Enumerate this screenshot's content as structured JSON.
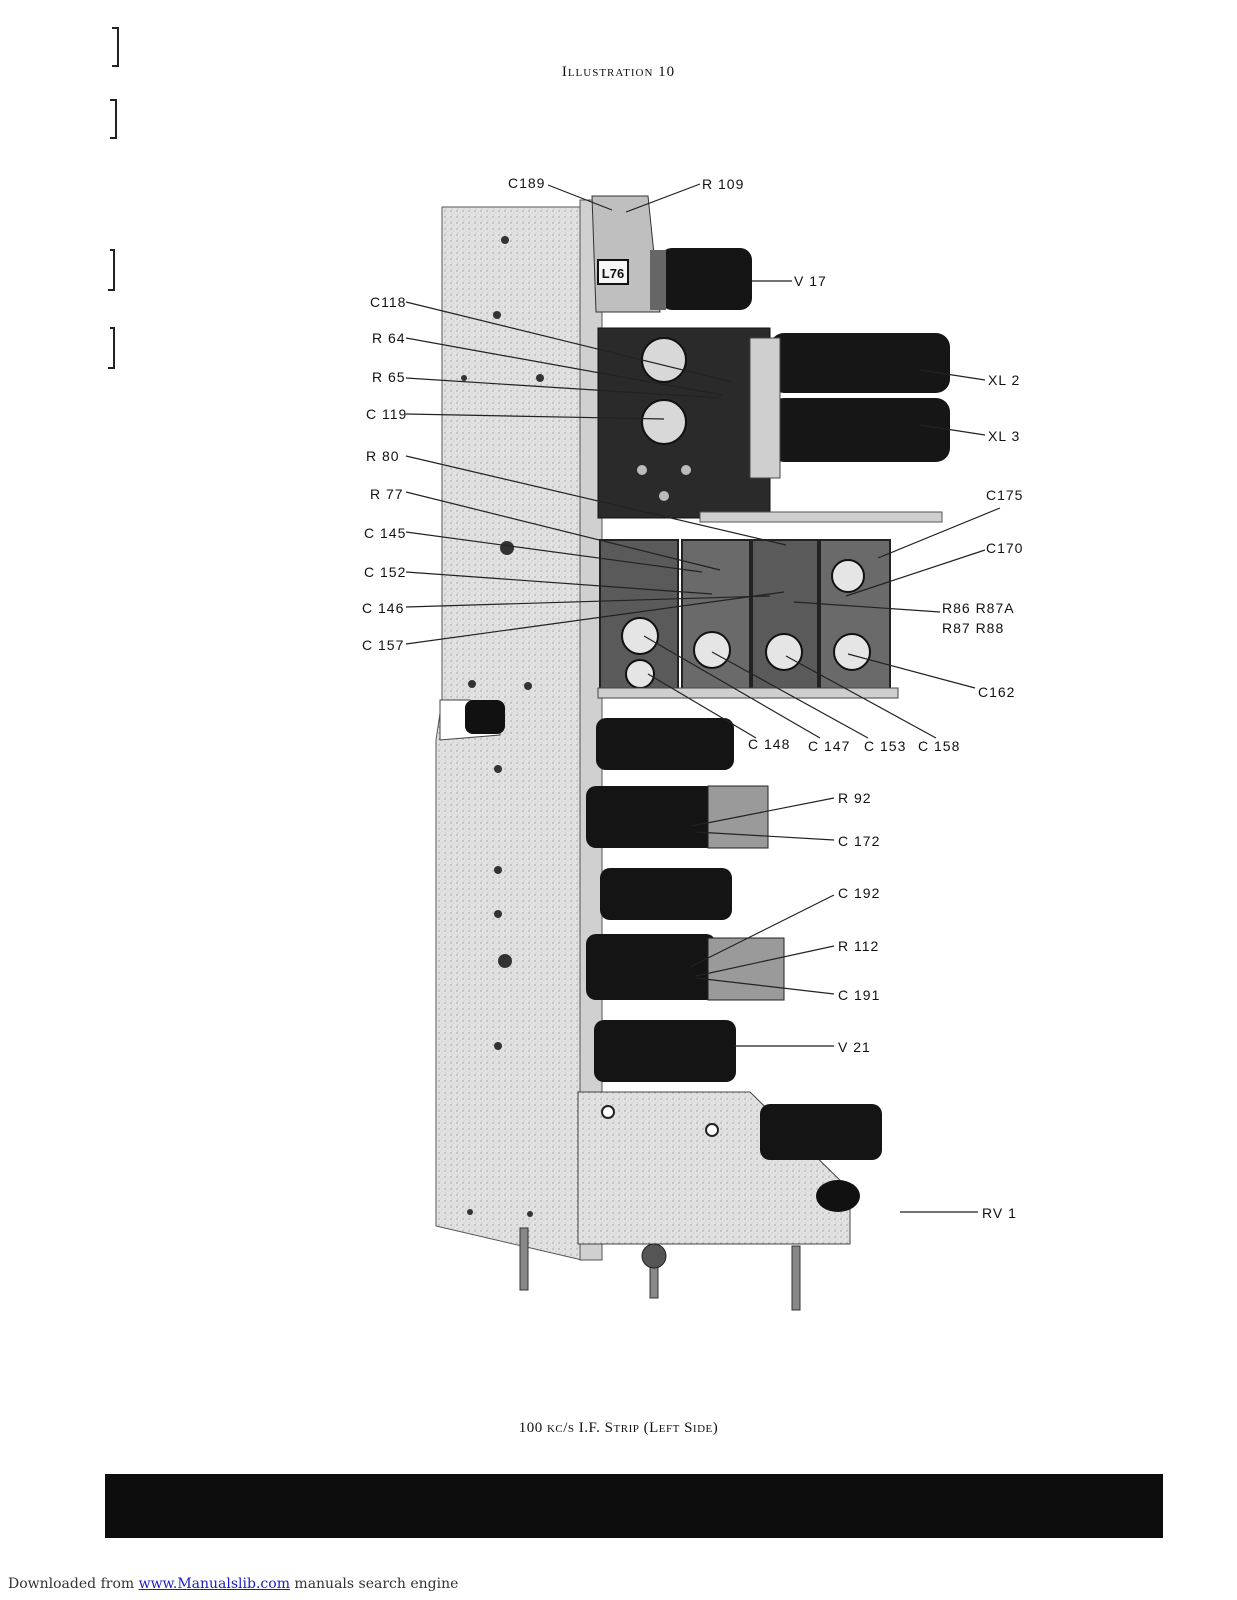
{
  "header": {
    "title": "Illustration 10"
  },
  "caption": "100 kc/s I.F. Strip (Left Side)",
  "labels": {
    "c189": "C189",
    "r109": "R 109",
    "l76": "L76",
    "v17": "V 17",
    "c118": "C118",
    "r64": "R 64",
    "r65": "R 65",
    "c119": "C 119",
    "xl2": "XL 2",
    "xl3": "XL 3",
    "r80": "R 80",
    "r77": "R 77",
    "c175": "C175",
    "c170": "C170",
    "c145": "C 145",
    "c152": "C 152",
    "c146": "C 146",
    "c157": "C 157",
    "r86r87a": "R86  R87A",
    "r87r88": "R87  R88",
    "c162": "C162",
    "c148": "C 148",
    "c147": "C 147",
    "c153": "C 153",
    "c158": "C 158",
    "r92": "R 92",
    "c172": "C 172",
    "c192": "C 192",
    "r112": "R 112",
    "c191": "C 191",
    "v21": "V 21",
    "rv1": "RV 1"
  },
  "footer": {
    "prefix": "Downloaded from ",
    "link_text": "www.Manualslib.com",
    "suffix": " manuals search engine"
  }
}
